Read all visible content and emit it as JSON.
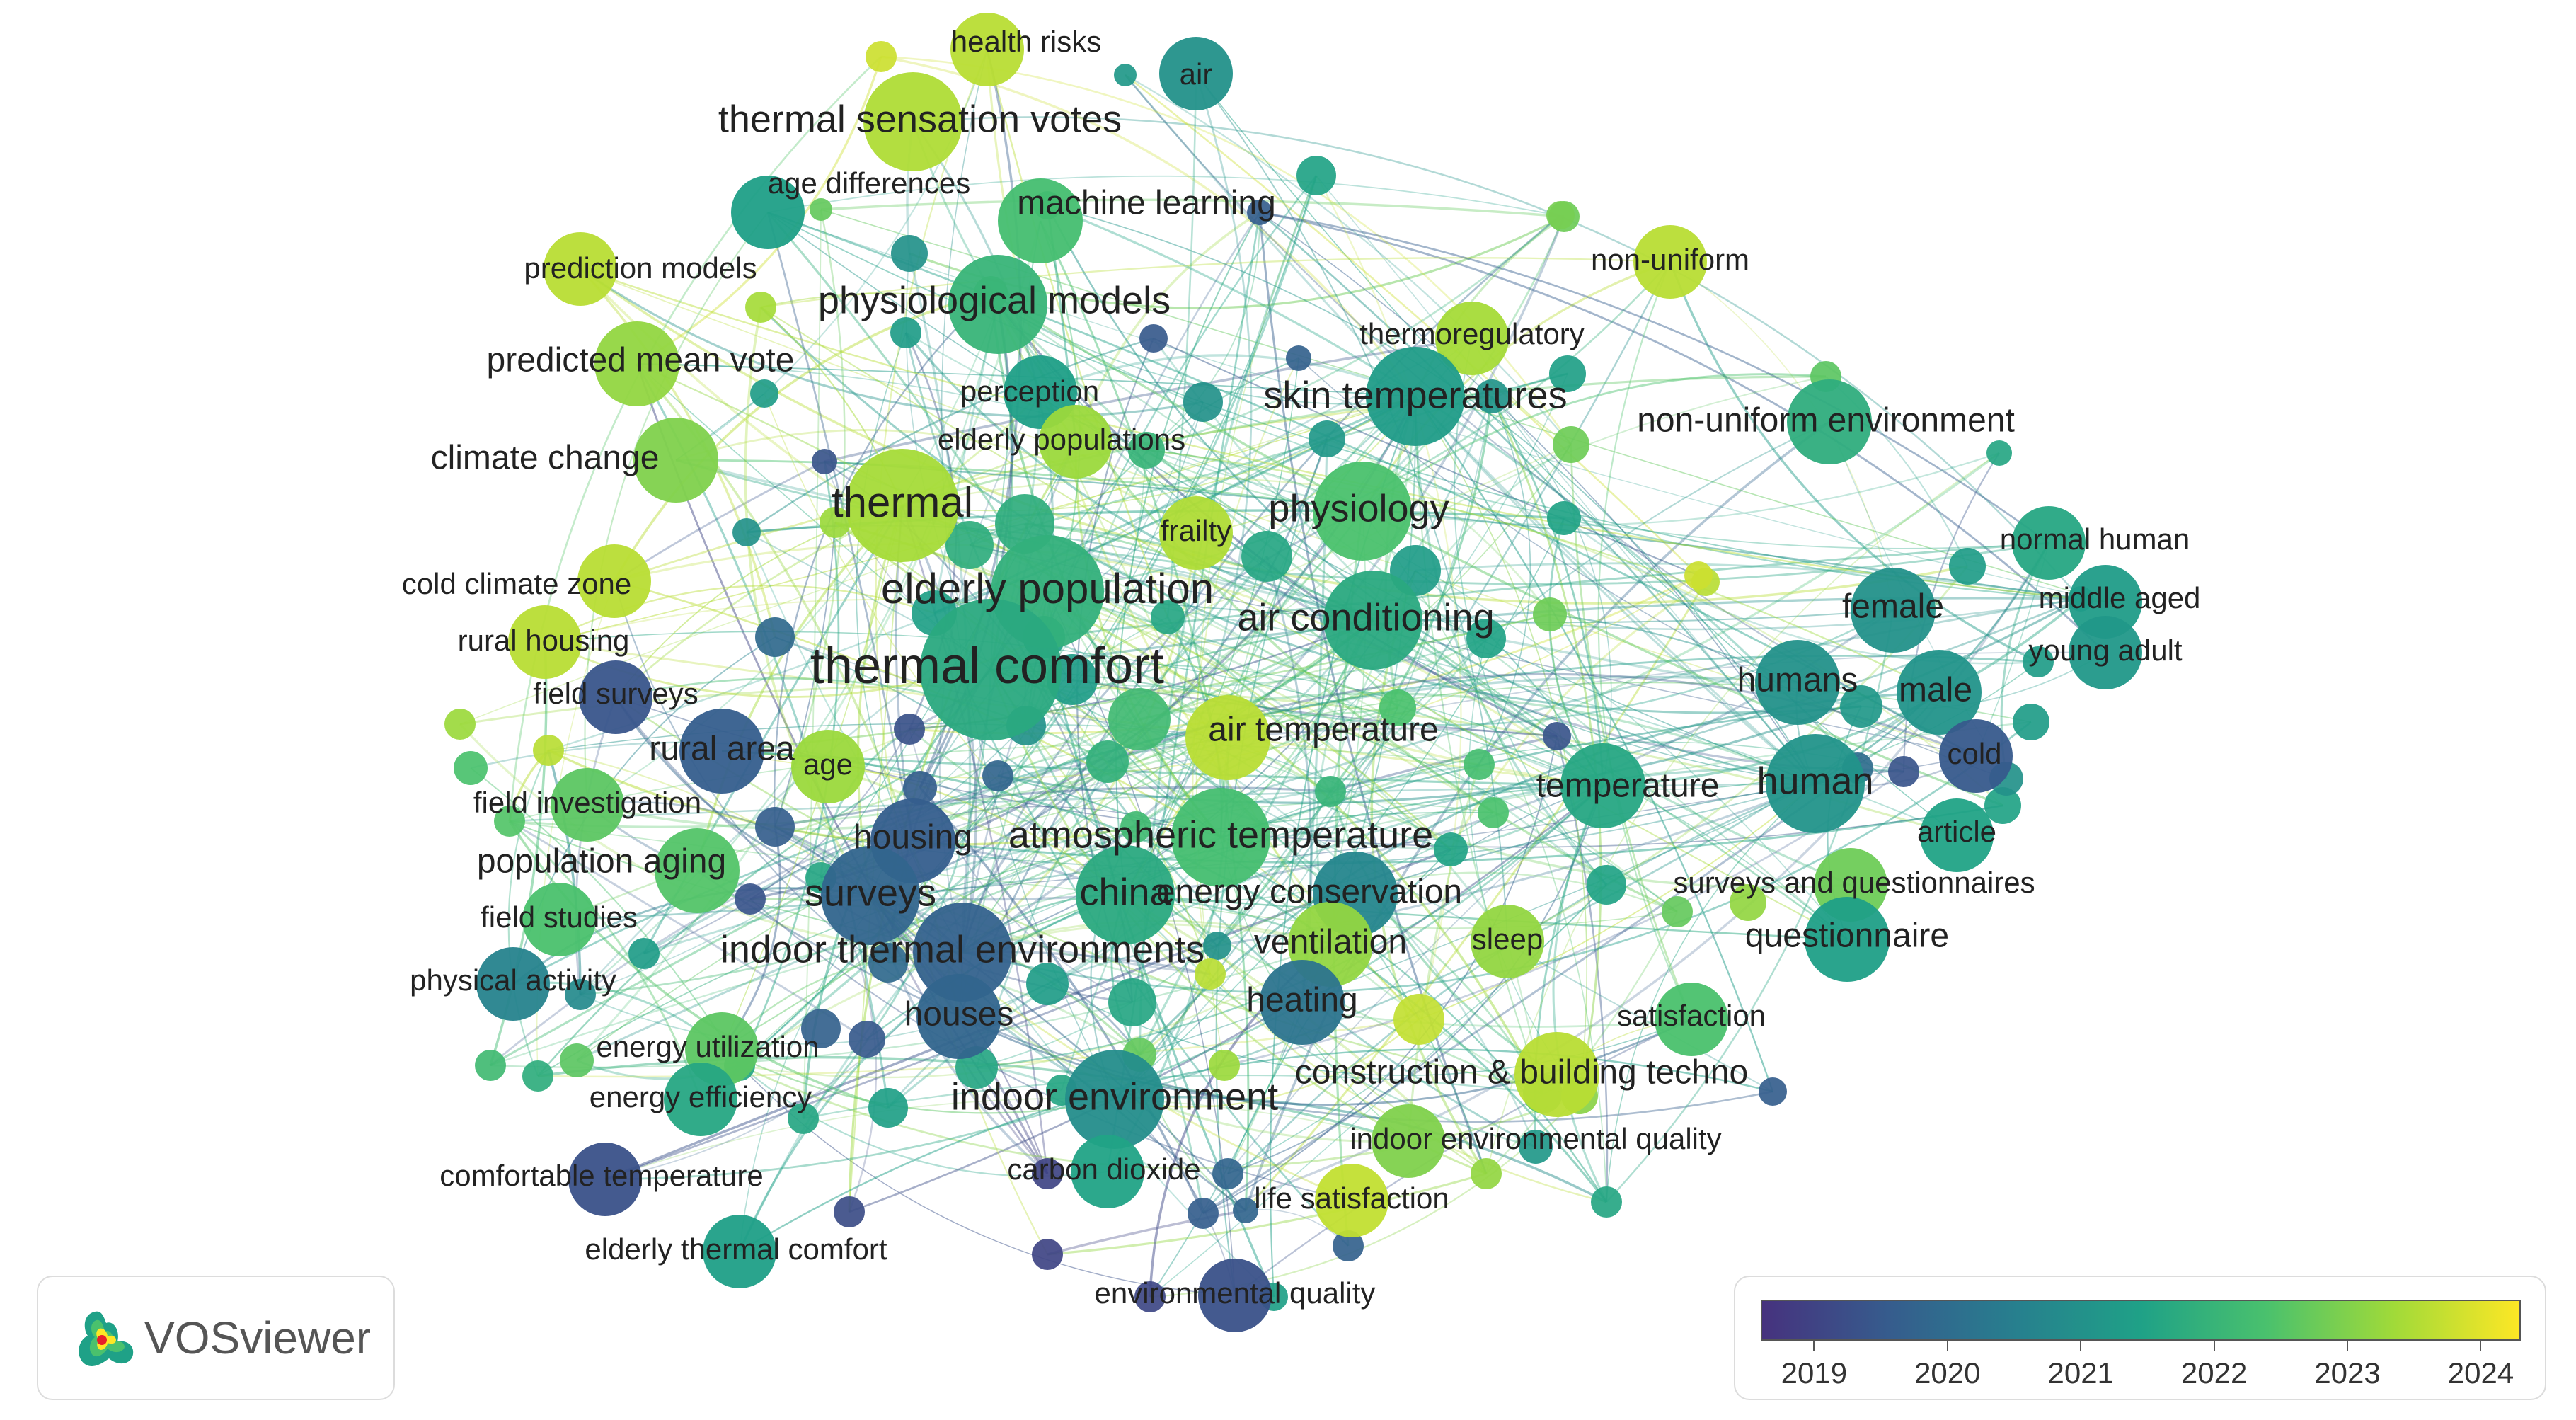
{
  "app": {
    "name": "VOSviewer"
  },
  "legend": {
    "years": [
      "2019",
      "2020",
      "2021",
      "2022",
      "2023",
      "2024"
    ],
    "range": [
      2018.6,
      2024.3
    ],
    "colors": [
      "#46327e",
      "#365c8d",
      "#277f8e",
      "#1fa187",
      "#4ac16d",
      "#a0da39",
      "#fde725"
    ]
  },
  "nodes": [
    {
      "label": "health risks",
      "year": 2023.6,
      "weight": 1
    },
    {
      "label": "air",
      "year": 2021.0,
      "weight": 1
    },
    {
      "label": "thermal sensation votes",
      "year": 2023.5,
      "weight": 3
    },
    {
      "label": "age differences",
      "year": 2021.4,
      "weight": 1
    },
    {
      "label": "machine learning",
      "year": 2022.3,
      "weight": 2
    },
    {
      "label": "prediction models",
      "year": 2023.6,
      "weight": 1
    },
    {
      "label": "non-uniform",
      "year": 2023.6,
      "weight": 1
    },
    {
      "label": "physiological models",
      "year": 2022.0,
      "weight": 3
    },
    {
      "label": "thermoregulatory",
      "year": 2023.4,
      "weight": 1
    },
    {
      "label": "predicted mean vote",
      "year": 2023.2,
      "weight": 2
    },
    {
      "label": "perception",
      "year": 2021.4,
      "weight": 1
    },
    {
      "label": "skin temperatures",
      "year": 2021.3,
      "weight": 3
    },
    {
      "label": "non-uniform environment",
      "year": 2021.8,
      "weight": 2
    },
    {
      "label": "elderly populations",
      "year": 2023.3,
      "weight": 1
    },
    {
      "label": "climate change",
      "year": 2023.0,
      "weight": 2
    },
    {
      "label": "thermal",
      "year": 2023.4,
      "weight": 4
    },
    {
      "label": "physiology",
      "year": 2022.4,
      "weight": 3
    },
    {
      "label": "frailty",
      "year": 2023.5,
      "weight": 1
    },
    {
      "label": "normal human",
      "year": 2021.6,
      "weight": 1
    },
    {
      "label": "cold climate zone",
      "year": 2023.6,
      "weight": 1
    },
    {
      "label": "elderly population",
      "year": 2021.9,
      "weight": 4
    },
    {
      "label": "middle aged",
      "year": 2021.3,
      "weight": 1
    },
    {
      "label": "air conditioning",
      "year": 2021.7,
      "weight": 3
    },
    {
      "label": "female",
      "year": 2021.0,
      "weight": 2
    },
    {
      "label": "rural housing",
      "year": 2023.6,
      "weight": 1
    },
    {
      "label": "young adult",
      "year": 2021.2,
      "weight": 1
    },
    {
      "label": "thermal comfort",
      "year": 2021.7,
      "weight": 6
    },
    {
      "label": "humans",
      "year": 2021.0,
      "weight": 2
    },
    {
      "label": "male",
      "year": 2021.1,
      "weight": 2
    },
    {
      "label": "field surveys",
      "year": 2019.4,
      "weight": 1
    },
    {
      "label": "air temperature",
      "year": 2023.6,
      "weight": 2
    },
    {
      "label": "rural area",
      "year": 2019.6,
      "weight": 2
    },
    {
      "label": "age",
      "year": 2023.3,
      "weight": 1
    },
    {
      "label": "cold",
      "year": 2019.5,
      "weight": 1
    },
    {
      "label": "temperature",
      "year": 2021.6,
      "weight": 2
    },
    {
      "label": "human",
      "year": 2021.1,
      "weight": 3
    },
    {
      "label": "field investigation",
      "year": 2022.6,
      "weight": 1
    },
    {
      "label": "article",
      "year": 2021.5,
      "weight": 1
    },
    {
      "label": "housing",
      "year": 2019.6,
      "weight": 2
    },
    {
      "label": "atmospheric temperature",
      "year": 2022.3,
      "weight": 3
    },
    {
      "label": "population aging",
      "year": 2022.5,
      "weight": 2
    },
    {
      "label": "surveys",
      "year": 2019.8,
      "weight": 3
    },
    {
      "label": "china",
      "year": 2021.7,
      "weight": 3
    },
    {
      "label": "energy conservation",
      "year": 2020.7,
      "weight": 2
    },
    {
      "label": "surveys and questionnaires",
      "year": 2022.8,
      "weight": 1
    },
    {
      "label": "field studies",
      "year": 2022.4,
      "weight": 1
    },
    {
      "label": "ventilation",
      "year": 2023.2,
      "weight": 2
    },
    {
      "label": "sleep",
      "year": 2023.2,
      "weight": 1
    },
    {
      "label": "questionnaire",
      "year": 2021.4,
      "weight": 2
    },
    {
      "label": "indoor thermal environments",
      "year": 2019.7,
      "weight": 3
    },
    {
      "label": "physical activity",
      "year": 2020.6,
      "weight": 1
    },
    {
      "label": "heating",
      "year": 2020.2,
      "weight": 2
    },
    {
      "label": "houses",
      "year": 2019.8,
      "weight": 2
    },
    {
      "label": "satisfaction",
      "year": 2022.4,
      "weight": 1
    },
    {
      "label": "energy utilization",
      "year": 2022.6,
      "weight": 1
    },
    {
      "label": "construction & building techno",
      "year": 2023.6,
      "weight": 2
    },
    {
      "label": "energy efficiency",
      "year": 2021.6,
      "weight": 1
    },
    {
      "label": "indoor environment",
      "year": 2020.9,
      "weight": 3
    },
    {
      "label": "indoor environmental quality",
      "year": 2023.0,
      "weight": 1
    },
    {
      "label": "carbon dioxide",
      "year": 2021.5,
      "weight": 1
    },
    {
      "label": "comfortable temperature",
      "year": 2019.3,
      "weight": 1
    },
    {
      "label": "life satisfaction",
      "year": 2023.7,
      "weight": 1
    },
    {
      "label": "elderly thermal comfort",
      "year": 2021.4,
      "weight": 1
    },
    {
      "label": "environmental quality",
      "year": 2019.3,
      "weight": 1
    }
  ]
}
